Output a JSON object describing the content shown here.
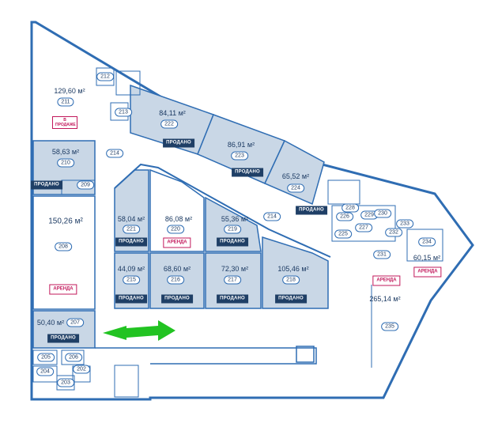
{
  "units": [
    {
      "id": "211",
      "area": "129,60 м²",
      "status": "В ПРОДАЖЕ"
    },
    {
      "id": "210",
      "area": "58,63 м²",
      "status": "ПРОДАНО"
    },
    {
      "id": "208",
      "area": "150,26 м²",
      "status": "АРЕНДА"
    },
    {
      "id": "207",
      "area": "50,40 м²",
      "status": "ПРОДАНО"
    },
    {
      "id": "222",
      "area": "84,11 м²",
      "status": "ПРОДАНО"
    },
    {
      "id": "223",
      "area": "86,91 м²",
      "status": "ПРОДАНО"
    },
    {
      "id": "224",
      "area": "65,52 м²",
      "status": "ПРОДАНО"
    },
    {
      "id": "221",
      "area": "58,04 м²",
      "status": "ПРОДАНО"
    },
    {
      "id": "220",
      "area": "86,08 м²",
      "status": "АРЕНДА"
    },
    {
      "id": "219",
      "area": "55,36 м²",
      "status": "ПРОДАНО"
    },
    {
      "id": "215",
      "area": "44,09 м²",
      "status": "ПРОДАНО"
    },
    {
      "id": "216",
      "area": "68,60 м²",
      "status": "ПРОДАНО"
    },
    {
      "id": "217",
      "area": "72,30 м²",
      "status": "ПРОДАНО"
    },
    {
      "id": "218",
      "area": "105,46 м²",
      "status": "ПРОДАНО"
    },
    {
      "id": "234",
      "area": "60,15 м²",
      "status": "АРЕНДА"
    },
    {
      "id": "235",
      "area": "265,14 м²",
      "status": "АРЕНДА"
    }
  ],
  "other_rooms": [
    "212",
    "213",
    "214",
    "209",
    "225",
    "226",
    "227",
    "228",
    "229",
    "230",
    "231",
    "232",
    "233",
    "202",
    "203",
    "204",
    "205",
    "206"
  ],
  "corridor_label": "214",
  "colors": {
    "sold_fill": "#c9d7e6",
    "wall": "#2f6db3",
    "sold_badge": "#1f3f66",
    "rent": "#c2185b",
    "arrow": "#22c322"
  }
}
